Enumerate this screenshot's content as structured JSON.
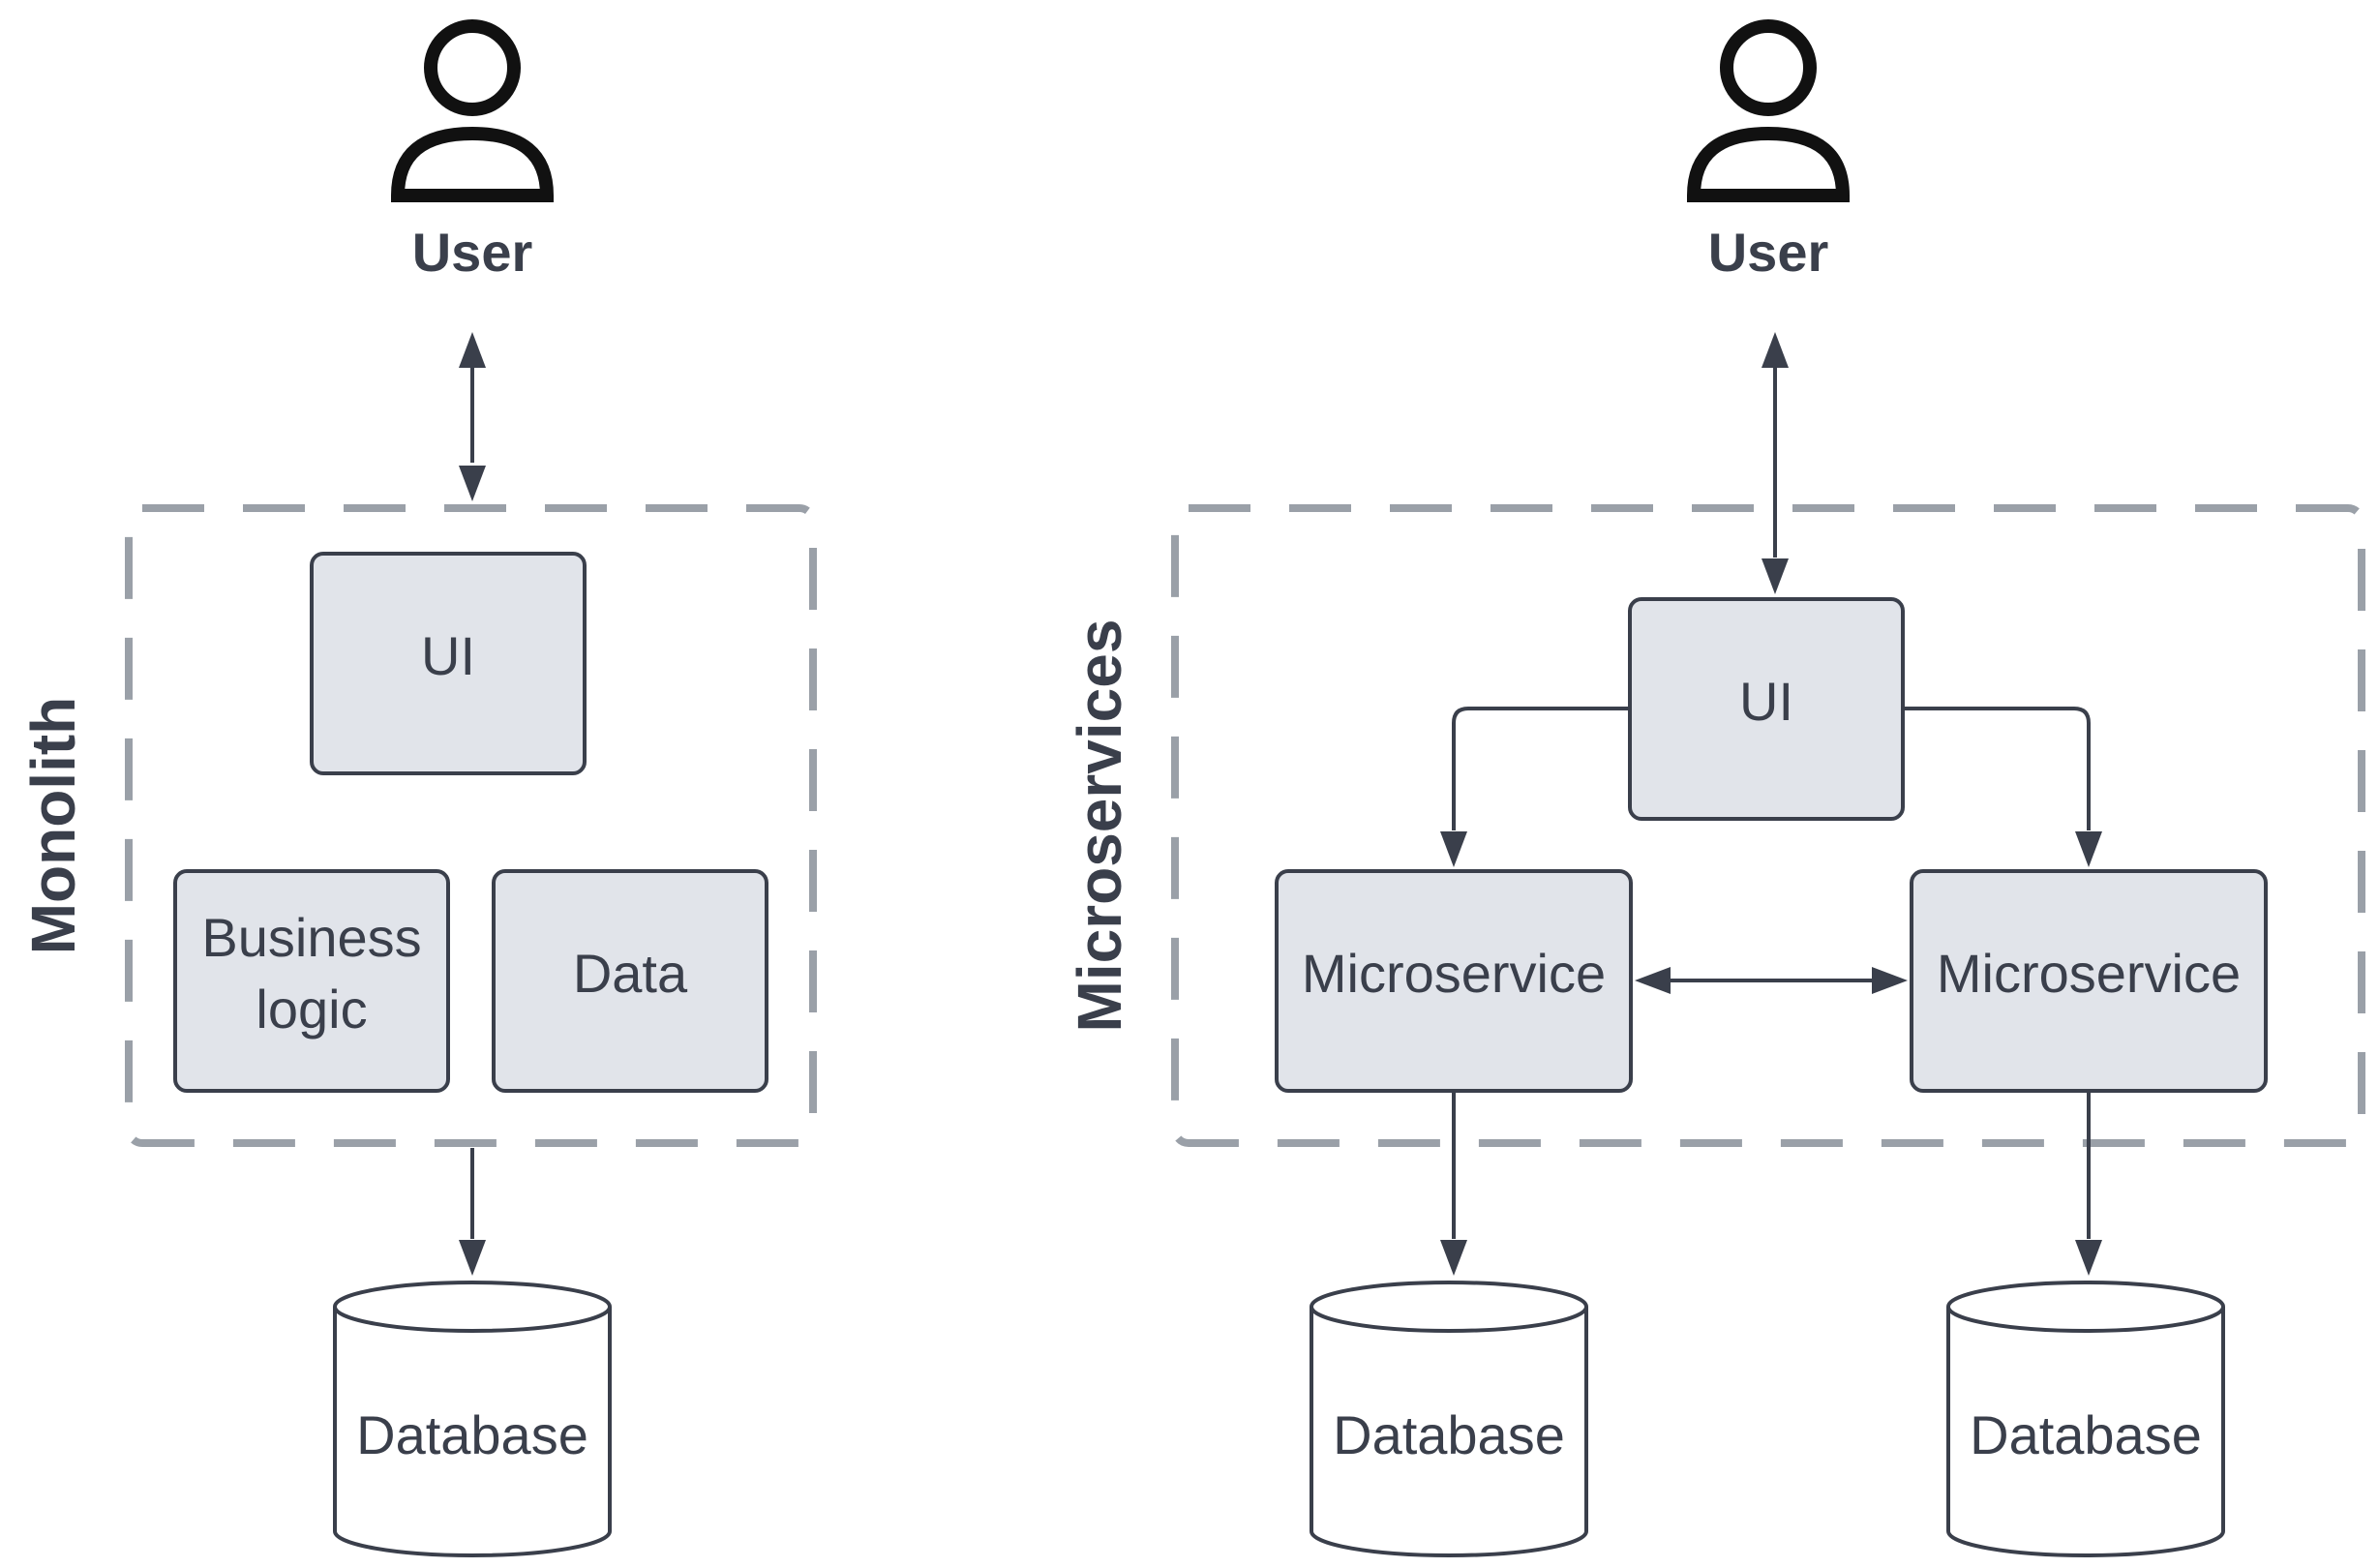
{
  "colors": {
    "box_fill": "#e1e4ea",
    "stroke": "#3a3f4b",
    "boundary": "#9aa0a8",
    "text": "#3a3f4b"
  },
  "monolith": {
    "title": "Monolith",
    "user_label": "User",
    "ui_label": "UI",
    "business_logic_line1": "Business",
    "business_logic_line2": "logic",
    "data_label": "Data",
    "database_label": "Database"
  },
  "microservices": {
    "title": "Microservices",
    "user_label": "User",
    "ui_label": "UI",
    "service_left_label": "Microservice",
    "service_right_label": "Microservice",
    "database_left_label": "Database",
    "database_right_label": "Database"
  }
}
